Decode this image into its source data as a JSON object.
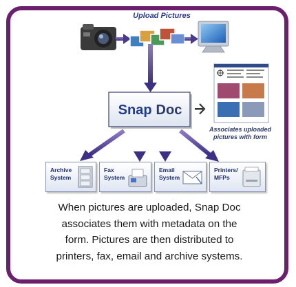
{
  "diagram": {
    "title": "Upload Pictures",
    "hub": {
      "word1": "Snap",
      "word2": "Doc"
    },
    "annotation": "Associates uploaded pictures with form",
    "destinations": [
      {
        "line1": "Archive",
        "line2": "System",
        "icon": "archive-cabinet-icon"
      },
      {
        "line1": "Fax",
        "line2": "System",
        "icon": "fax-machine-icon"
      },
      {
        "line1": "Email",
        "line2": "System",
        "icon": "envelope-icon"
      },
      {
        "line1": "Printers/",
        "line2": "MFPs",
        "icon": "printer-icon"
      }
    ],
    "icons": [
      "camera-icon",
      "photo-strip-icon",
      "monitor-icon",
      "form-document-icon"
    ],
    "colors": {
      "border": "#6b1f6c",
      "arrow": "#4b3a8c",
      "hub_text": "#1f3c8c"
    }
  },
  "caption": {
    "lines": [
      "When pictures are uploaded, Snap Doc",
      "associates them with metadata on the",
      "form. Pictures are then distributed to",
      "printers, fax, email and archive systems."
    ]
  }
}
